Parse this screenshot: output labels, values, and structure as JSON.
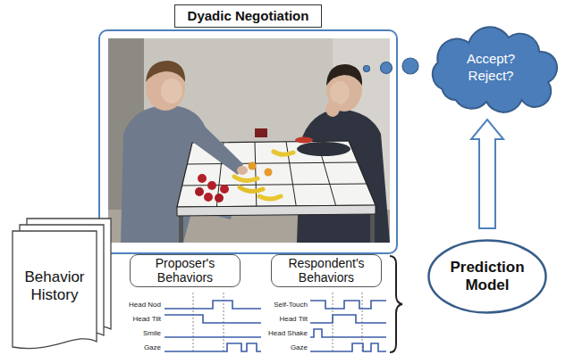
{
  "diagram": {
    "nodes": [
      {
        "text": [
          "Dyadic Negotiation"
        ]
      },
      {
        "text": [
          "Accept? Reject?"
        ]
      },
      {
        "text": [
          "Behavior History"
        ]
      },
      {
        "text": [
          "Proposer's Behaviors"
        ]
      },
      {
        "text": [
          "Respondent's Behaviors"
        ]
      },
      {
        "text": [
          "Prediction Model"
        ]
      }
    ],
    "edges": [
      {
        "from": 5,
        "to": 1,
        "arrow": "to"
      }
    ],
    "labels": [
      "Head Nod",
      "Head Tilt",
      "Smile",
      "Gaze",
      "Self-Touch",
      "Head Tilt",
      "Head Shake",
      "Gaze"
    ]
  }
}
